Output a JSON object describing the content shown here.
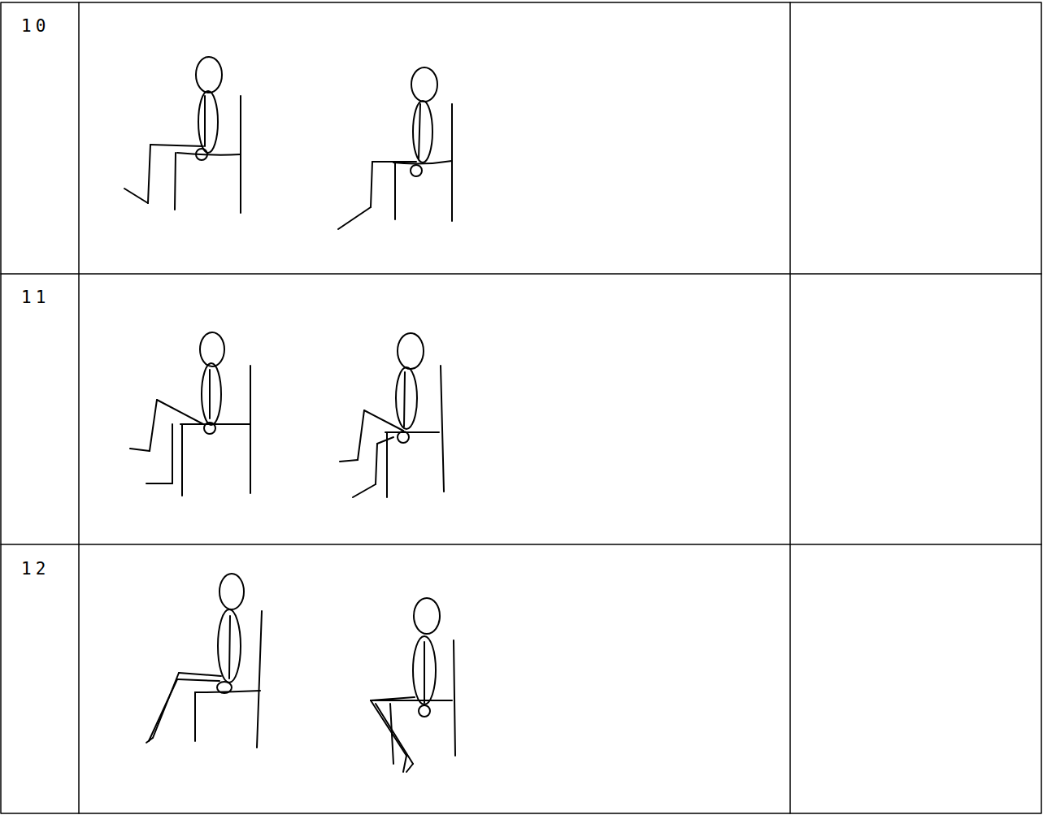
{
  "diagram": {
    "labels": [
      "10",
      "11",
      "12"
    ]
  }
}
